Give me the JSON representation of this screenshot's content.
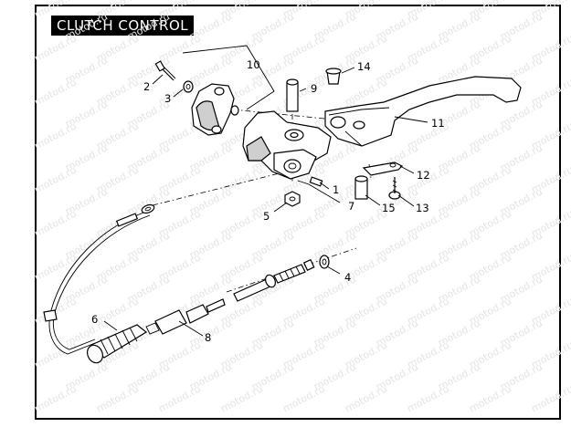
{
  "title": "CLUTCH CONTROL",
  "watermark": "motod.ru",
  "callouts": [
    "1",
    "2",
    "3",
    "4",
    "5",
    "6",
    "7",
    "8",
    "9",
    "10",
    "11",
    "12",
    "13",
    "14",
    "15"
  ],
  "colors": {
    "ink": "#000000",
    "paper": "#ffffff",
    "watermark": "#e4e4e4"
  }
}
